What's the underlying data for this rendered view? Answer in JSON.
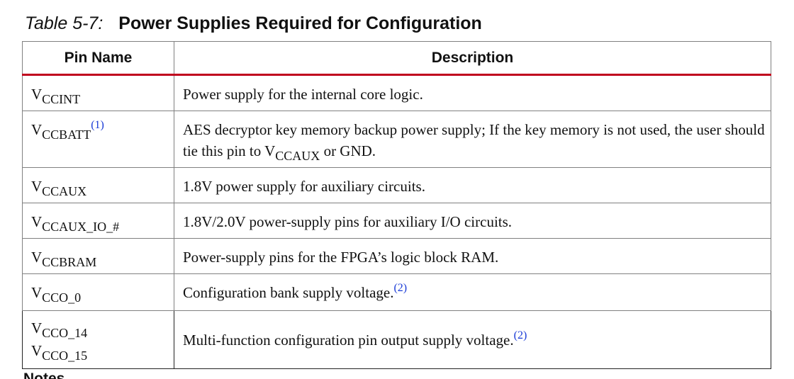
{
  "caption": {
    "number": "Table 5-7:",
    "title": "Power Supplies Required for Configuration"
  },
  "table": {
    "headers": {
      "pin_name": "Pin Name",
      "description": "Description"
    },
    "rows": [
      {
        "pins": [
          {
            "base": "V",
            "sub": "CCINT"
          }
        ],
        "description": "Power supply for the internal core logic."
      },
      {
        "pins": [
          {
            "base": "V",
            "sub": "CCBATT",
            "note": "(1)"
          }
        ],
        "description_pre": "AES decryptor key memory backup power supply; If the key memory is not used, the user should tie this pin to ",
        "description_sym_base": "V",
        "description_sym_sub": "CCAUX",
        "description_post": " or GND."
      },
      {
        "pins": [
          {
            "base": "V",
            "sub": "CCAUX"
          }
        ],
        "description": "1.8V power supply for auxiliary circuits."
      },
      {
        "pins": [
          {
            "base": "V",
            "sub": "CCAUX_IO_#"
          }
        ],
        "description": "1.8V/2.0V power-supply pins for auxiliary I/O circuits."
      },
      {
        "pins": [
          {
            "base": "V",
            "sub": "CCBRAM"
          }
        ],
        "description": "Power-supply pins for the FPGA’s logic block RAM."
      },
      {
        "pins": [
          {
            "base": "V",
            "sub": "CCO_0"
          }
        ],
        "description": "Configuration bank supply voltage.",
        "note": "(2)"
      },
      {
        "pins": [
          {
            "base": "V",
            "sub": "CCO_14"
          },
          {
            "base": "V",
            "sub": "CCO_15"
          }
        ],
        "description": "Multi-function configuration pin output supply voltage.",
        "note": "(2)"
      }
    ]
  },
  "notes_heading": "Notes"
}
